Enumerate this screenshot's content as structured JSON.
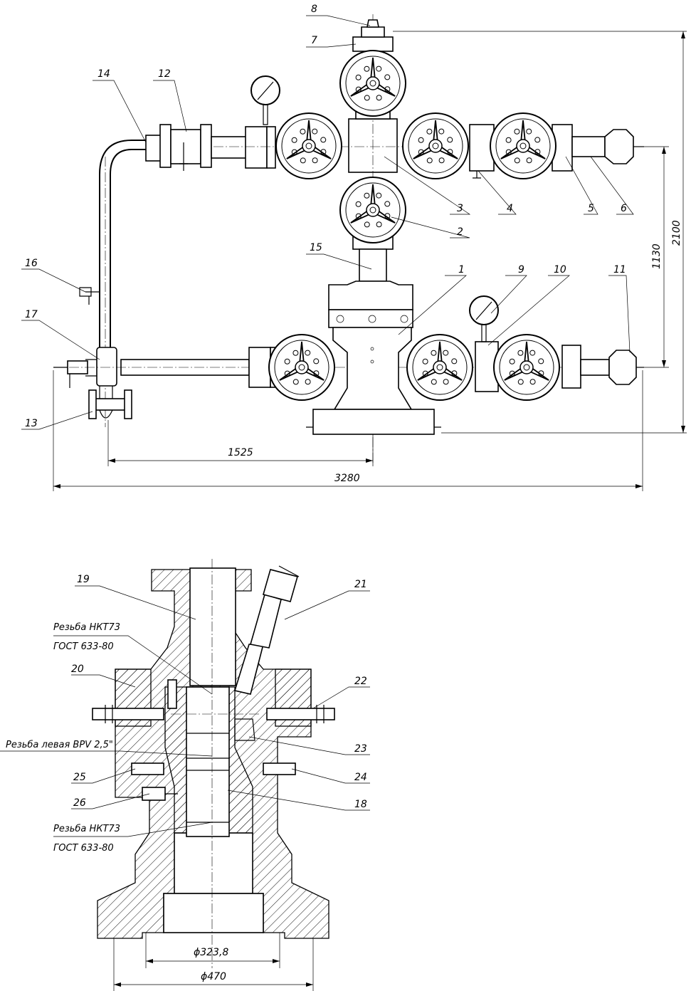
{
  "top_view": {
    "callouts": [
      {
        "num": "1"
      },
      {
        "num": "2"
      },
      {
        "num": "3"
      },
      {
        "num": "4"
      },
      {
        "num": "5"
      },
      {
        "num": "6"
      },
      {
        "num": "7"
      },
      {
        "num": "8"
      },
      {
        "num": "9"
      },
      {
        "num": "10"
      },
      {
        "num": "11"
      },
      {
        "num": "12"
      },
      {
        "num": "13"
      },
      {
        "num": "14"
      },
      {
        "num": "15"
      },
      {
        "num": "16"
      },
      {
        "num": "17"
      }
    ],
    "dimensions": {
      "d1525": "1525",
      "d3280": "3280",
      "d1130": "1130",
      "d2100": "2100"
    }
  },
  "section_view": {
    "callouts": [
      {
        "num": "18"
      },
      {
        "num": "19"
      },
      {
        "num": "20"
      },
      {
        "num": "21"
      },
      {
        "num": "22"
      },
      {
        "num": "23"
      },
      {
        "num": "24"
      },
      {
        "num": "25"
      },
      {
        "num": "26"
      }
    ],
    "notes": {
      "thread1_a": "Резьба НКТ73",
      "thread1_b": "ГОСТ 633-80",
      "thread_left": "Резьба левая BPV 2,5\"",
      "thread2_a": "Резьба НКТ73",
      "thread2_b": "ГОСТ 633-80"
    },
    "dimensions": {
      "d323": "ϕ323,8",
      "d470": "ϕ470"
    }
  }
}
